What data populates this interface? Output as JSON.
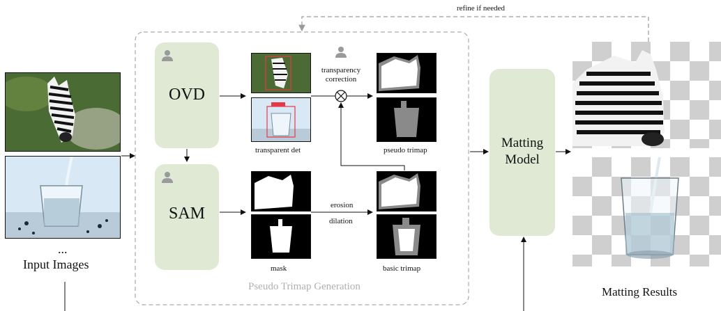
{
  "refine_label": "refine if needed",
  "input": {
    "ellipsis": "...",
    "caption": "Input Images"
  },
  "modules": {
    "ovd": "OVD",
    "sam": "SAM",
    "matting": [
      "Matting",
      "Model"
    ]
  },
  "labels": {
    "transparent_det": "transparent det",
    "transparency_correction": [
      "transparency",
      "correction"
    ],
    "pseudo_trimap": "pseudo trimap",
    "mask": "mask",
    "erosion": "erosion",
    "dilation": "dilation",
    "basic_trimap": "basic trimap"
  },
  "group_title": "Pseudo Trimap Generation",
  "results_caption": "Matting Results",
  "colors": {
    "module_fill": "#dfe9d4",
    "dashed": "#aaaaaa",
    "group_title": "#b0b0b0"
  }
}
